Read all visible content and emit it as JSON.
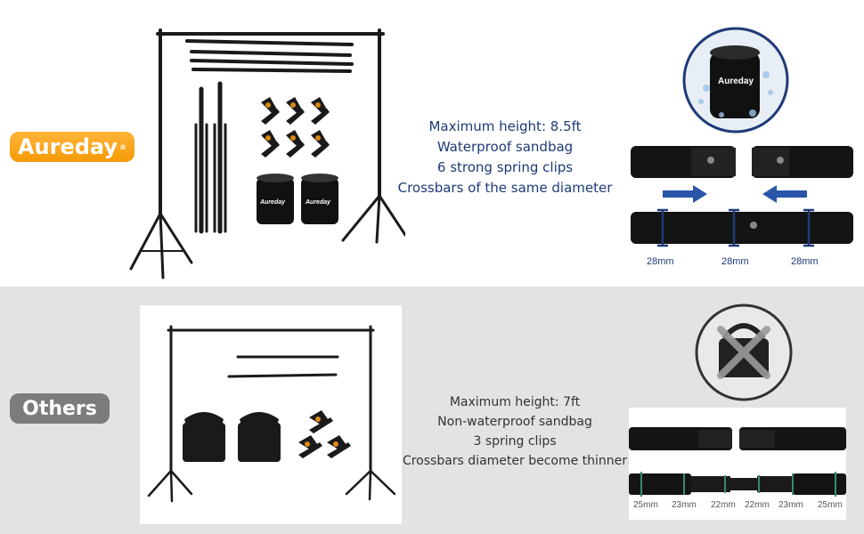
{
  "aureday": {
    "badge": "Aureday",
    "registered": "®",
    "bag_logo": "Aureday",
    "features": [
      "Maximum height: 8.5ft",
      "Waterproof sandbag",
      "6 strong spring clips",
      "Crossbars of the same diameter"
    ],
    "diameters": [
      "28mm",
      "28mm",
      "28mm"
    ]
  },
  "others": {
    "badge": "Others",
    "features": [
      "Maximum height: 7ft",
      "Non-waterproof sandbag",
      "3 spring clips",
      "Crossbars diameter become thinner"
    ],
    "diameters": [
      "25mm",
      "23mm",
      "22mm",
      "22mm",
      "23mm",
      "25mm"
    ]
  },
  "colors": {
    "aureday_badge": "#f59a06",
    "others_badge": "#7c7c7c",
    "feature_text": "#1e3a78",
    "arrow": "#2a55a8"
  }
}
